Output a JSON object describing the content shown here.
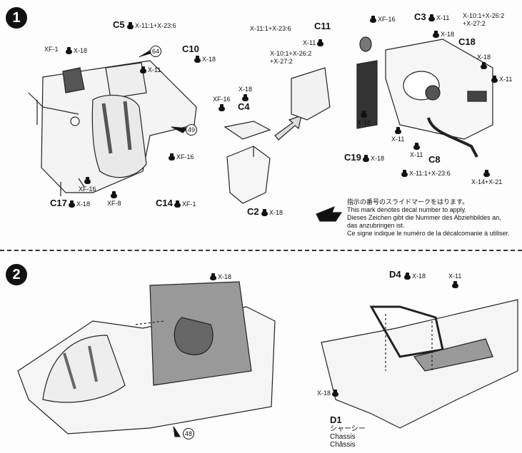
{
  "step1": {
    "number": "1",
    "parts": {
      "c5": "C5",
      "c10": "C10",
      "c17": "C17",
      "c14": "C14",
      "c4": "C4",
      "c2": "C2",
      "c11": "C11",
      "c3": "C3",
      "c18": "C18",
      "c19": "C19",
      "c8": "C8"
    },
    "paints": {
      "c5": "X-11:1+X-23:6",
      "xf1_top": "XF-1",
      "x18_top_left": "X-18",
      "x11_c5": "X-11",
      "c10": "X-18",
      "xf16_seat": "XF-16",
      "xf16_left": "XF-16",
      "xf8": "XF-8",
      "c17": "X-18",
      "c14": "XF-1",
      "x18_c4": "X-18",
      "xf16_c4": "XF-16",
      "c2": "X-18",
      "c11_mix": "X-11:1+X-23:6",
      "xf16_c11": "XF-16",
      "x11_mid": "X-11",
      "mix_c11_1": "X-10:1+X-26:2",
      "mix_c11_2": "+X-27:2",
      "c3": "X-11",
      "mix_c3_1": "X-10:1+X-26:2",
      "mix_c3_2": "+X-27:2",
      "x18_c3": "X-18",
      "x18_c18": "X-18",
      "x11_right": "X-11",
      "x18_c19a": "X-18",
      "c19": "X-18",
      "x11_c8a": "X-11",
      "x11_c8b": "X-11",
      "c8": "X-11:1+X-23:6",
      "x14": "X-14+X-21"
    },
    "decals": {
      "d64": "64",
      "d49": "49"
    },
    "note": {
      "jp": "指示の番号のスライドマークをはります。",
      "en": "This mark denotes decal number to apply.",
      "de1": "Dieses Zeichen gibt die Nummer des Abziehbildes an,",
      "de2": "das anzubringen ist.",
      "fr": "Ce signe indique le numéro de la décalcomanie à utiliser."
    }
  },
  "step2": {
    "number": "2",
    "parts": {
      "d4": "D4",
      "d1": "D1"
    },
    "paints": {
      "x18_bulkhead": "X-18",
      "d4": "X-18",
      "x11_chassis": "X-11",
      "x18_chassis": "X-18"
    },
    "decals": {
      "d48": "48"
    },
    "chassis_jp": "シャーシー",
    "chassis_en": "Chassis",
    "chassis_fr": "Châssis"
  }
}
